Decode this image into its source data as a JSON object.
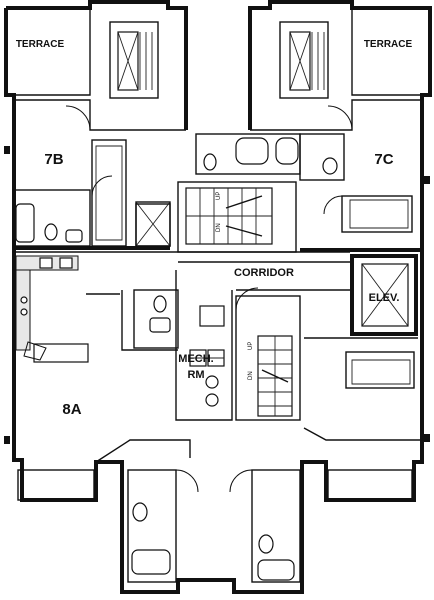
{
  "plan": {
    "labels": {
      "terrace_left": "TERRACE",
      "terrace_right": "TERRACE",
      "unit_7b": "7B",
      "unit_7c": "7C",
      "unit_8a": "8A",
      "corridor": "CORRIDOR",
      "elevator": "ELEV.",
      "mech_line1": "MECH.",
      "mech_line2": "RM",
      "stair_up_upper": "UP",
      "stair_dn_upper": "DN",
      "stair_up_lower": "UP",
      "stair_dn_lower": "DN"
    }
  }
}
